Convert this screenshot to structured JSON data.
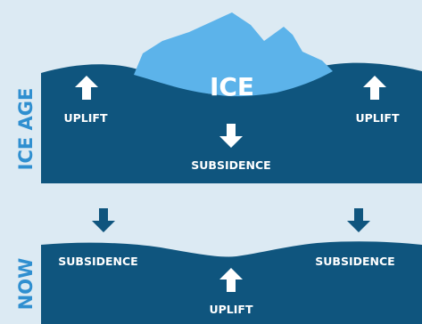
{
  "colors": {
    "background": "#dceaf3",
    "crust": "#0f557e",
    "ice": "#5cb3ea",
    "side_label": "#2f8fd0",
    "label": "#ffffff",
    "arrow_on_blue": "#ffffff",
    "arrow_on_background": "#0f557e"
  },
  "ice_age": {
    "side_label": "ICE AGE",
    "ice_label": "ICE",
    "uplift_left": "UPLIFT",
    "uplift_right": "UPLIFT",
    "subsidence": "SUBSIDENCE"
  },
  "now": {
    "side_label": "NOW",
    "subsidence_left": "SUBSIDENCE",
    "subsidence_right": "SUBSIDENCE",
    "uplift": "UPLIFT"
  },
  "arrows": {
    "ice_age_left": "up",
    "ice_age_right": "up",
    "ice_age_center": "down",
    "now_left_above": "down",
    "now_right_above": "down",
    "now_center": "up"
  }
}
